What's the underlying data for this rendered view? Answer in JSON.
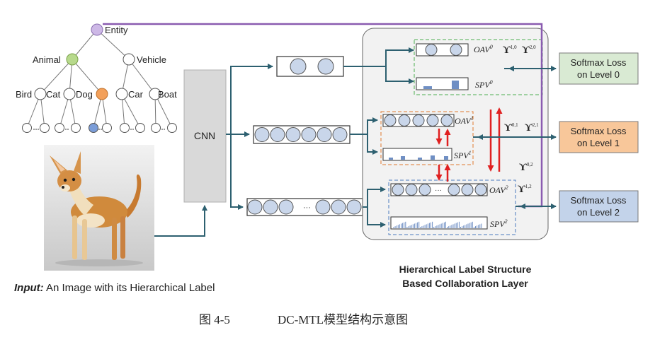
{
  "figure": {
    "tree": {
      "root": "Entity",
      "level1": [
        "Animal",
        "Vehicle"
      ],
      "level2": [
        "Bird",
        "Cat",
        "Dog",
        "Car",
        "Boat"
      ],
      "root_color": "#cdb8e6",
      "animal_color": "#b7d98c",
      "dog_color": "#f3a05a",
      "leaf_highlight_color": "#7b9dd8"
    },
    "cnn_label": "CNN",
    "input_caption": {
      "bold": "Input:",
      "rest": " An Image with its Hierarchical Label"
    },
    "collab_layer": {
      "title_line1": "Hierarchical Label Structure",
      "title_line2": "Based  Collaboration Layer",
      "level0": {
        "oav": "OAV",
        "oav_sup": "0",
        "spv": "SPV",
        "spv_sup": "0",
        "upsilon_a": "1,0",
        "upsilon_b": "2,0"
      },
      "level1": {
        "oav": "OAV",
        "oav_sup": "1",
        "spv": "SPV",
        "spv_sup": "1",
        "upsilon_a": "0,1",
        "upsilon_b": "2,1"
      },
      "level2": {
        "oav": "OAV",
        "oav_sup": "2",
        "spv": "SPV",
        "spv_sup": "2",
        "upsilon_a": "1,2",
        "upsilon_c": "0,2"
      },
      "upsilon_symbol": "ϒ",
      "ellipsis": "···"
    },
    "losses": [
      {
        "line1": "Softmax Loss",
        "line2": "on Level 0",
        "color": "#d9ead3"
      },
      {
        "line1": "Softmax Loss",
        "line2": "on Level 1",
        "color": "#f8c79a"
      },
      {
        "line1": "Softmax Loss",
        "line2": "on Level 2",
        "color": "#c3d3ea"
      }
    ],
    "colors": {
      "arrow": "#2d6070",
      "purple": "#8a5bb0",
      "red": "#e02020",
      "green_dash": "#4caf50",
      "orange_dash": "#e07b30",
      "blue_dash": "#4a7bbf",
      "node_fill": "#c9d6ea",
      "bar_fill": "#6f8fc4"
    }
  },
  "caption": {
    "number": "图 4-5",
    "title": "DC-MTL模型结构示意图"
  }
}
